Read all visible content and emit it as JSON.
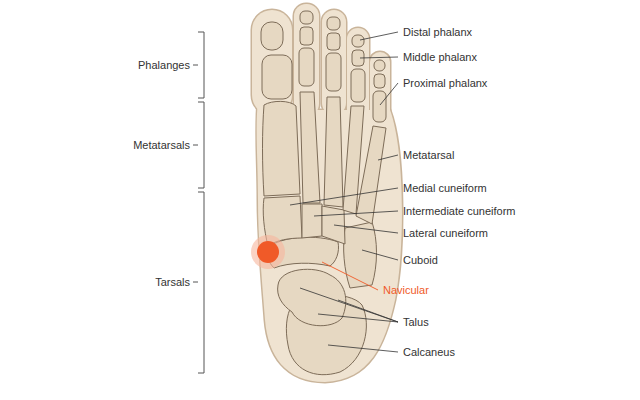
{
  "diagram": {
    "labels": [
      "Phalanges",
      "Metatarsals",
      "Tarsals",
      "Distal phalanx",
      "Middle phalanx",
      "Proximal phalanx",
      "Metatarsal",
      "Medial cuneiform",
      "Intermediate cuneiform",
      "Lateral cuneiform",
      "Cuboid",
      "Navicular",
      "Talus",
      "Calcaneus"
    ]
  }
}
